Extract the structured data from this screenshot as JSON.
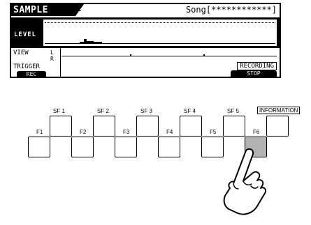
{
  "lcd": {
    "mode_title": "SAMPLE",
    "sub_mode": "REC",
    "song_title": "Song[************]",
    "level_label": "LEVEL",
    "view_label": "VIEW",
    "channel_left": "L",
    "channel_right": "R",
    "trigger_label": "TRIGGER",
    "rec_tab": "REC",
    "recording_label": "RECORDING",
    "stop_tab": "STOP"
  },
  "panel": {
    "sf_buttons": [
      "SF 1",
      "SF 2",
      "SF 3",
      "SF 4",
      "SF 5"
    ],
    "information_label": "INFORMATION",
    "f_buttons": [
      "F1",
      "F2",
      "F3",
      "F4",
      "F5",
      "F6"
    ],
    "pressed_button": "F6"
  },
  "colors": {
    "lcd_dark": "#000000",
    "pressed_button": "#b2b2b2"
  },
  "icons": {
    "hand": "pointing-hand-icon"
  }
}
